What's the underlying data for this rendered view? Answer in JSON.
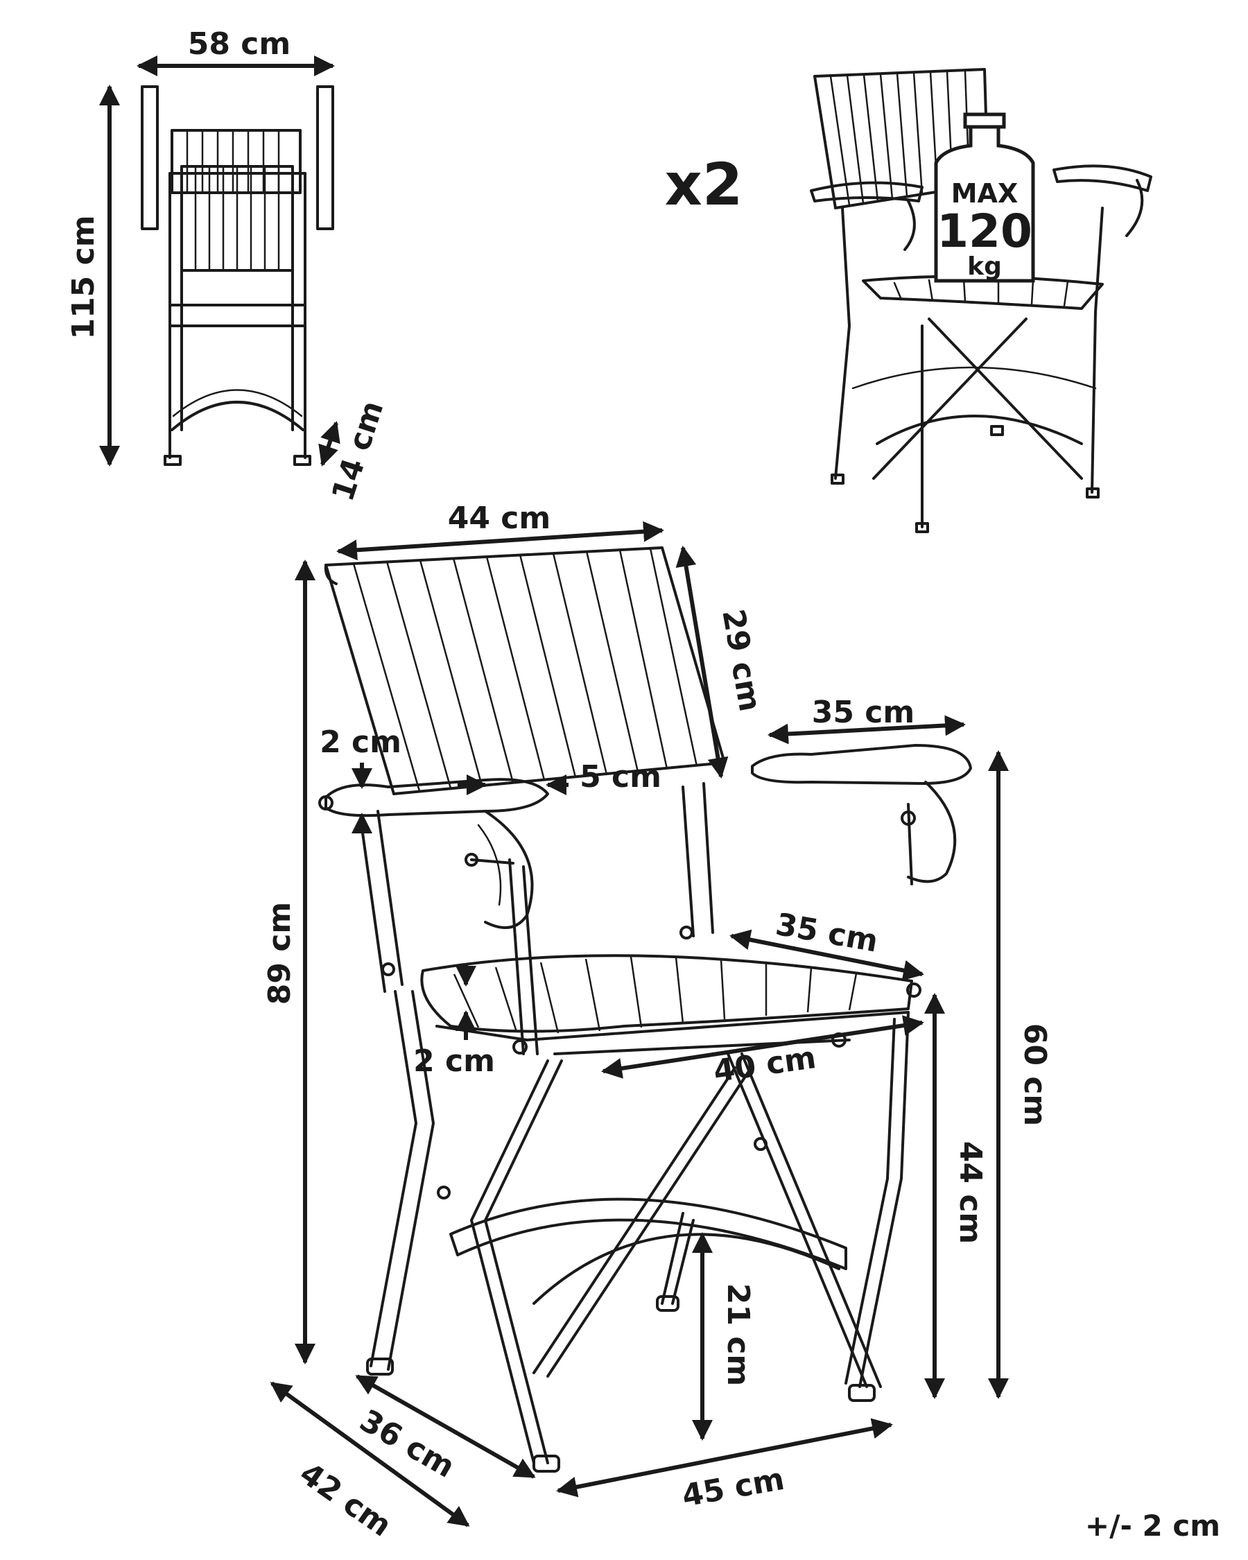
{
  "multiplier": "x2",
  "load": {
    "max_label": "MAX",
    "value": "120",
    "unit": "kg"
  },
  "tolerance": "+/- 2 cm",
  "front_view": {
    "width": "58 cm",
    "height": "115 cm",
    "folded_depth": "14 cm"
  },
  "main_view": {
    "back_width": "44 cm",
    "back_height": "29 cm",
    "armrest_length": "35 cm",
    "armrest_thickness": "2 cm",
    "armrest_width": "5 cm",
    "seat_depth": "35 cm",
    "seat_thickness": "2 cm",
    "seat_width": "40 cm",
    "total_height": "89 cm",
    "arm_height": "60 cm",
    "seat_height": "44 cm",
    "crossbar_height": "21 cm",
    "depth_inner": "36 cm",
    "depth_outer": "42 cm",
    "base_width": "45 cm"
  }
}
